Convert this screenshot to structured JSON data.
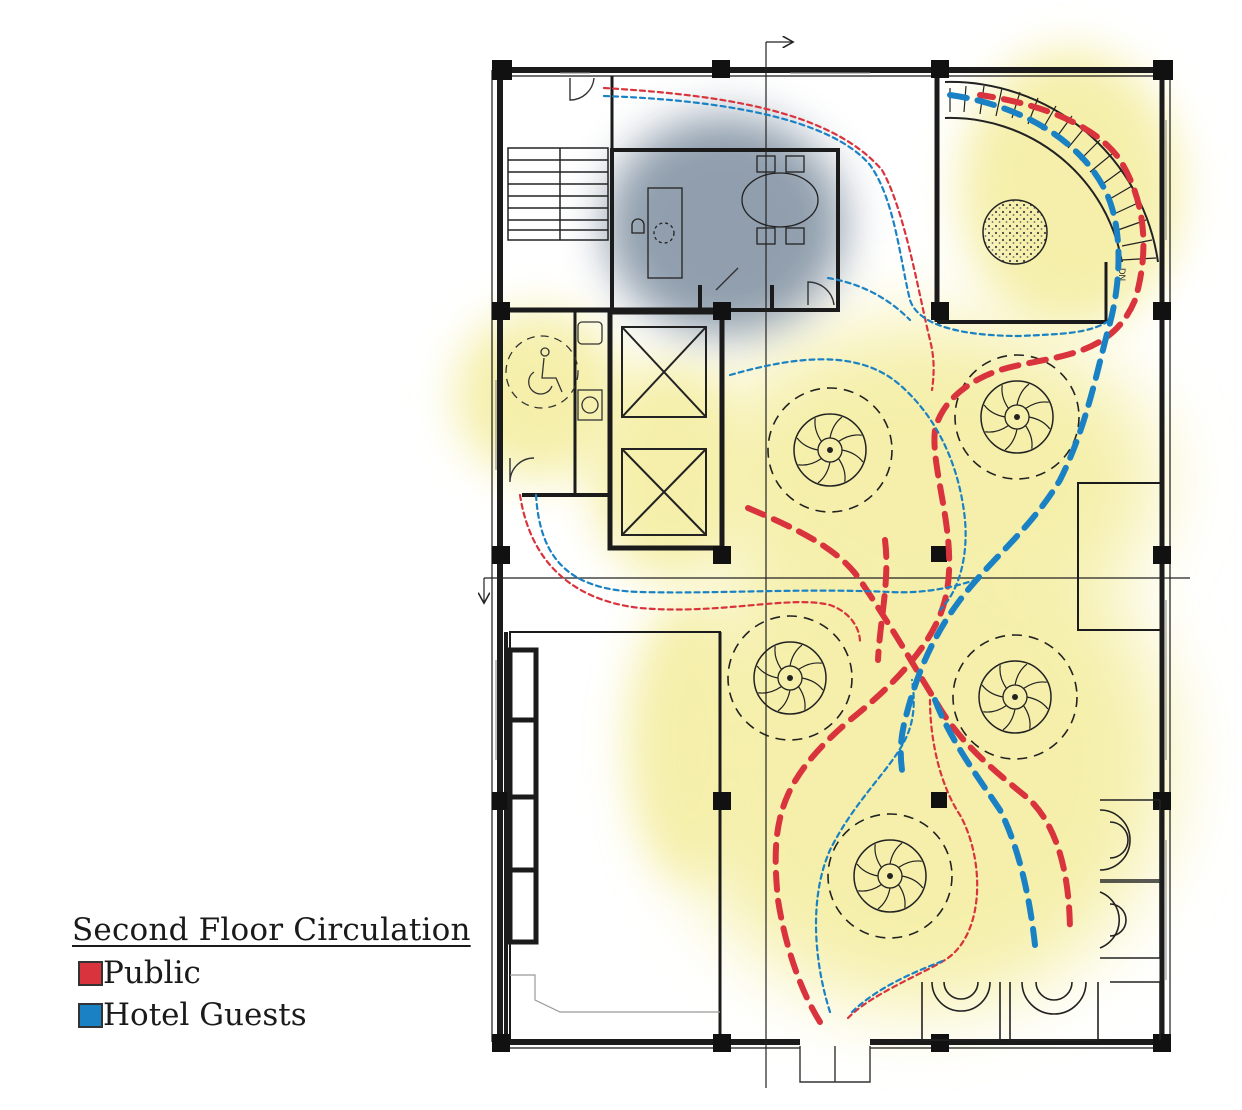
{
  "title": "Second Floor Circulation",
  "legend": [
    {
      "label": "Public",
      "color": "#d9343e"
    },
    {
      "label": "Hotel Guests",
      "color": "#1a82c4"
    }
  ],
  "stair_label": "DN",
  "colors": {
    "wall": "#1b1b1b",
    "glow": "#f2ea8f",
    "shadow": "#35506a",
    "public": "#d9343e",
    "guests": "#1a82c4"
  }
}
